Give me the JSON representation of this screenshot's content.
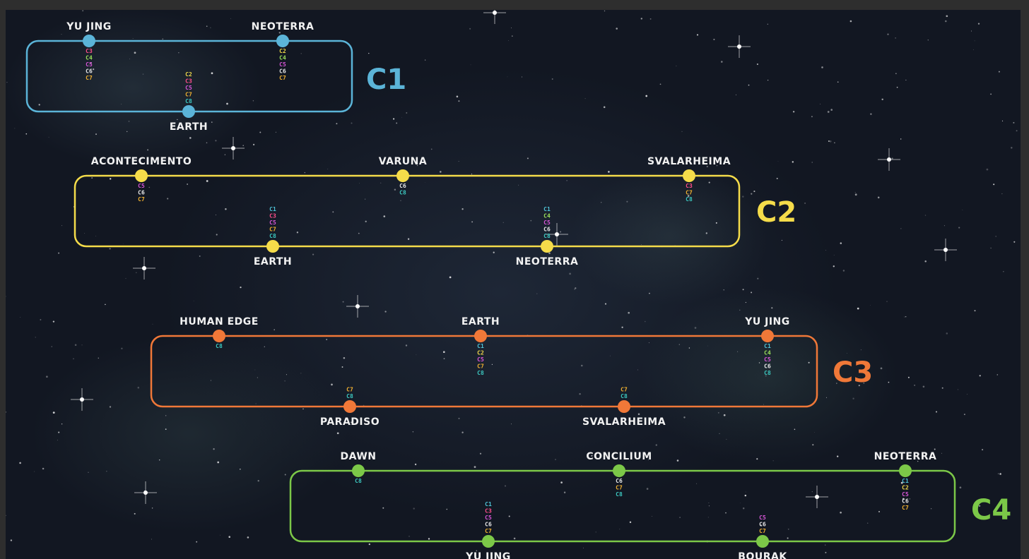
{
  "tag_colors": {
    "C1": "#4fc3d8",
    "C2": "#f0d84a",
    "C3": "#ff4f8a",
    "C4": "#9be05a",
    "C5": "#d856d8",
    "C6": "#e8e8e8",
    "C7": "#f0b030",
    "C8": "#3cc8c0"
  },
  "circuits": [
    {
      "id": "C1",
      "color": "#5bb4d8",
      "nodes": [
        {
          "name": "YU JING",
          "tags": [
            "C3",
            "C4",
            "C5",
            "C6",
            "C7"
          ]
        },
        {
          "name": "NEOTERRA",
          "tags": [
            "C2",
            "C4",
            "C5",
            "C6",
            "C7"
          ]
        },
        {
          "name": "EARTH",
          "tags": [
            "C2",
            "C3",
            "C5",
            "C7",
            "C8"
          ]
        }
      ]
    },
    {
      "id": "C2",
      "color": "#f5dc4a",
      "nodes": [
        {
          "name": "ACONTECIMENTO",
          "tags": [
            "C5",
            "C6",
            "C7"
          ]
        },
        {
          "name": "VARUNA",
          "tags": [
            "C6",
            "C8"
          ]
        },
        {
          "name": "SVALARHEIMA",
          "tags": [
            "C3",
            "C7",
            "C8"
          ]
        },
        {
          "name": "EARTH",
          "tags": [
            "C1",
            "C3",
            "C5",
            "C7",
            "C8"
          ]
        },
        {
          "name": "NEOTERRA",
          "tags": [
            "C1",
            "C4",
            "C5",
            "C6",
            "C8"
          ]
        }
      ]
    },
    {
      "id": "C3",
      "color": "#f07838",
      "nodes": [
        {
          "name": "HUMAN EDGE",
          "tags": [
            "C8"
          ]
        },
        {
          "name": "EARTH",
          "tags": [
            "C1",
            "C2",
            "C5",
            "C7",
            "C8"
          ]
        },
        {
          "name": "YU JING",
          "tags": [
            "C1",
            "C4",
            "C5",
            "C6",
            "C8"
          ]
        },
        {
          "name": "PARADISO",
          "tags": [
            "C7",
            "C8"
          ]
        },
        {
          "name": "SVALARHEIMA",
          "tags": [
            "C7",
            "C8"
          ]
        }
      ]
    },
    {
      "id": "C4",
      "color": "#7cc848",
      "nodes": [
        {
          "name": "DAWN",
          "tags": [
            "C8"
          ]
        },
        {
          "name": "CONCILIUM",
          "tags": [
            "C6",
            "C7",
            "C8"
          ]
        },
        {
          "name": "NEOTERRA",
          "tags": [
            "C1",
            "C2",
            "C5",
            "C6",
            "C7"
          ]
        },
        {
          "name": "YU JING",
          "tags": [
            "C1",
            "C3",
            "C5",
            "C6",
            "C7"
          ]
        },
        {
          "name": "BOURAK",
          "tags": [
            "C5",
            "C6",
            "C7"
          ]
        }
      ]
    }
  ]
}
